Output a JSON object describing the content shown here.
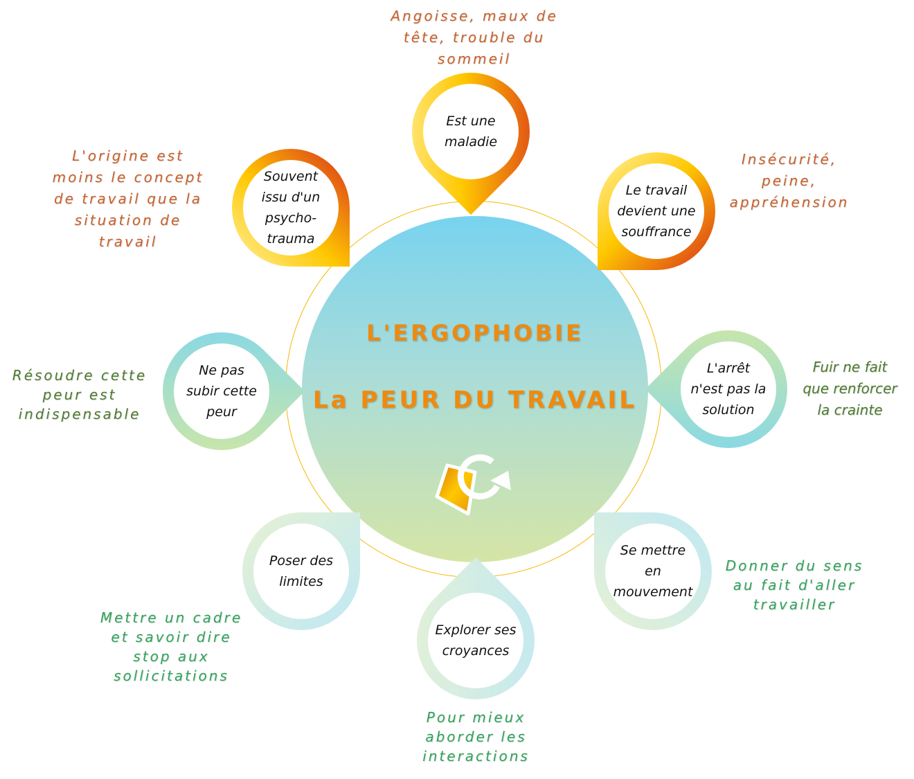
{
  "center": {
    "line1": "L'ERGOPHOBIE",
    "line2": "La PEUR DU TRAVAIL",
    "logo": "G-arrow-logo"
  },
  "pins": [
    {
      "text": "Est une\nmaladie",
      "note": "Angoisse, maux de\ntête, trouble du\nsommeil"
    },
    {
      "text": "Souvent\nissu d'un\npsycho-\ntrauma",
      "note": "L'origine est\nmoins le concept\nde travail que la\nsituation de\ntravail"
    },
    {
      "text": "Le travail\ndevient une\nsouffrance",
      "note": "Insécurité,\npeine,\nappréhension"
    },
    {
      "text": "Ne pas\nsubir cette\npeur",
      "note": "Résoudre cette\npeur est\nindispensable"
    },
    {
      "text": "L'arrêt\nn'est pas la\nsolution",
      "note": "Fuir ne fait\nque renforcer\nla crainte"
    },
    {
      "text": "Poser des\nlimites",
      "note": "Mettre un cadre\net savoir dire\nstop aux\nsollicitations"
    },
    {
      "text": "Explorer ses\ncroyances",
      "note": "Pour mieux\naborder les\ninteractions"
    },
    {
      "text": "Se mettre\nen\nmouvement",
      "note": "Donner du sens\nau fait d'aller\ntravailler"
    }
  ],
  "colors": {
    "title": "#ee8a10",
    "warm_note": "#c8602a",
    "green_note": "#4d7a2e",
    "bright_green_note": "#2ea35a"
  }
}
